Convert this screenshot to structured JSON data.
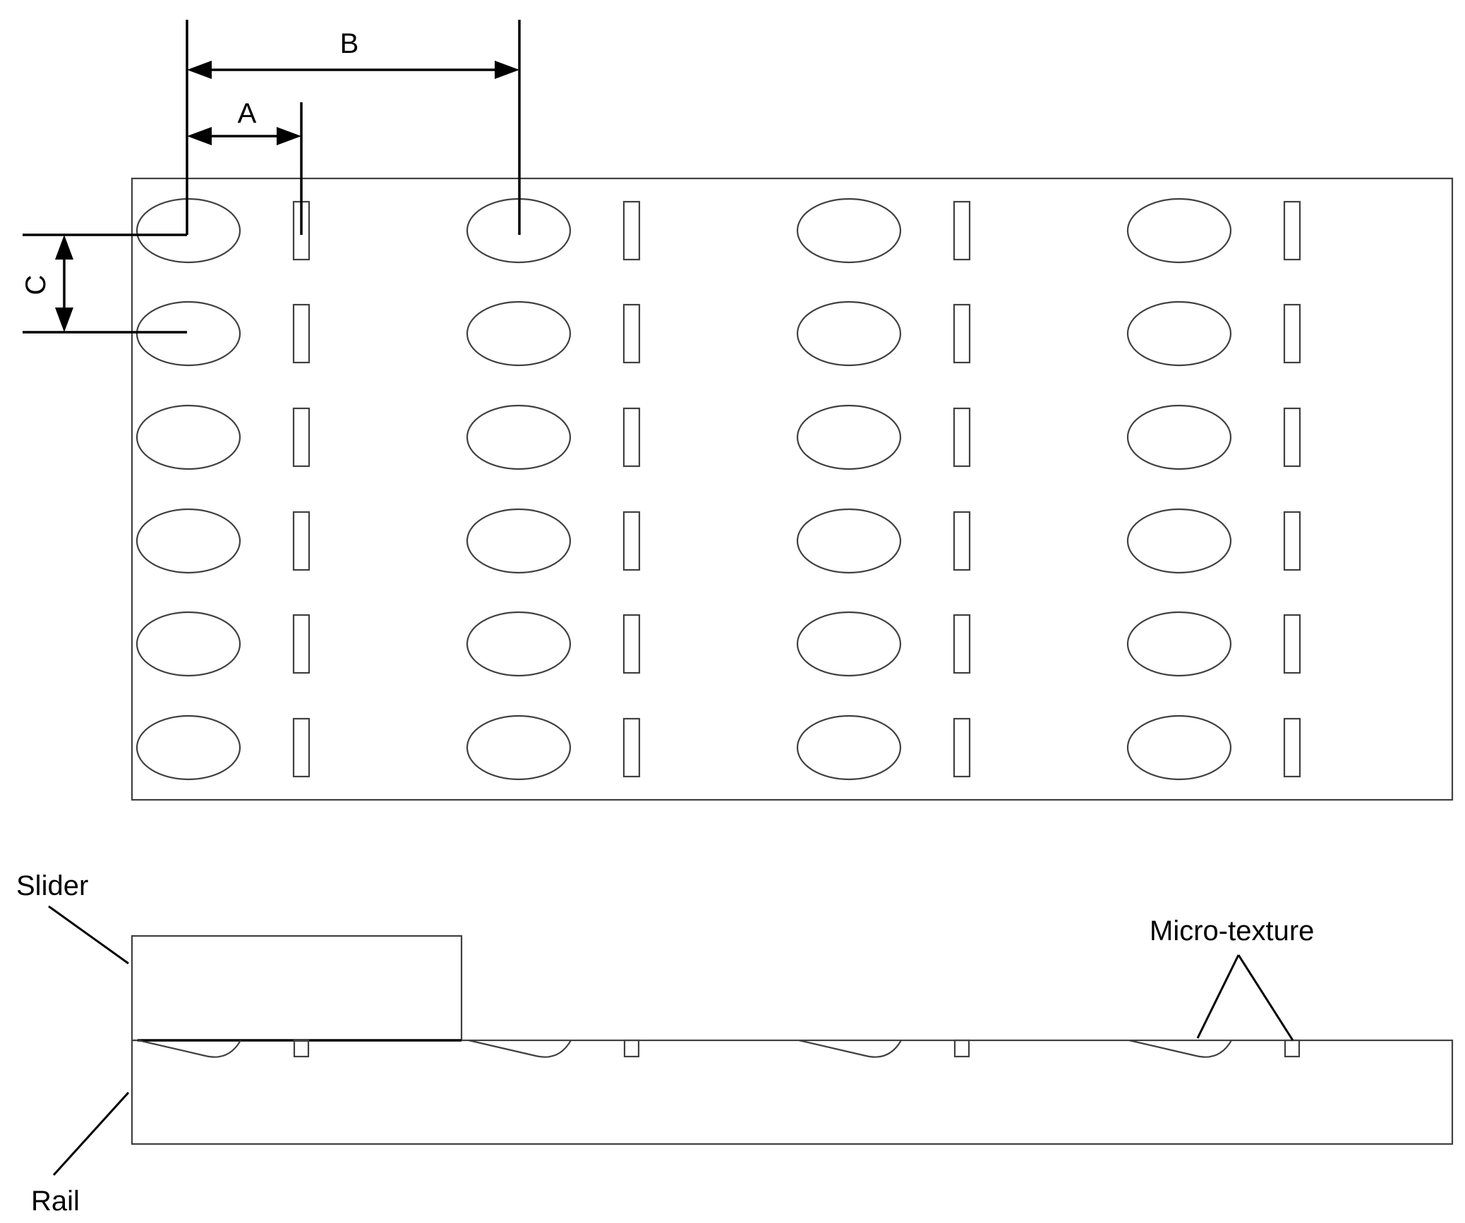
{
  "dimensions": {
    "a": "A",
    "b": "B",
    "c": "C"
  },
  "callouts": {
    "slider": "Slider",
    "rail": "Rail",
    "micro_texture": "Micro-texture"
  },
  "texture_grid": {
    "columns": 4,
    "rows": 6,
    "pattern": [
      "ellipse-dimple",
      "rectangular-groove"
    ]
  },
  "colors": {
    "outline": "#404040",
    "dimension_line": "#000000",
    "background": "#ffffff"
  }
}
